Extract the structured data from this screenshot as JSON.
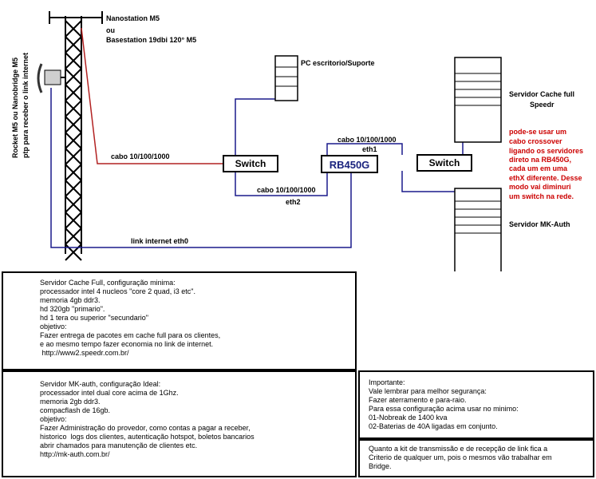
{
  "labels": {
    "nanostation": [
      "Nanostation M5",
      "ou",
      "Basestation 19dbi 120° M5"
    ],
    "rocket": [
      "Rocket M5 ou Nanobridge M5",
      "ptp para receber o link internet"
    ],
    "pc": "PC escritorio/Suporte",
    "servidor_cache": [
      "Servidor Cache full",
      "Speedr"
    ],
    "servidor_mkauth": "Servidor MK-Auth",
    "crossover_note": [
      "pode-se usar um",
      "cabo crossover",
      "ligando os servidores",
      "direto na RB450G,",
      "cada um em uma",
      "ethX diferente. Desse",
      "modo vai diminuri",
      "um switch na rede."
    ],
    "switch1": "Switch",
    "switch2": "Switch",
    "router": "RB450G",
    "cabo_left": "cabo 10/100/1000",
    "cabo_mid": "cabo 10/100/1000",
    "cabo_right": "cabo 10/100/1000",
    "eth1": "eth1",
    "eth2": "eth2",
    "link_internet": "link internet eth0"
  },
  "box_cache": [
    "Servidor Cache Full, configuração minima:",
    "processador intel 4 nucleos \"core 2 quad, i3 etc\".",
    "memoria 4gb ddr3.",
    "hd 320gb \"primario\".",
    "hd 1 tera ou superior \"secundario\"",
    "objetivo:",
    "Fazer entrega de pacotes em cache full para os clientes,",
    "e ao mesmo tempo fazer economia no link de internet.",
    " http://www2.speedr.com.br/"
  ],
  "box_mkauth": [
    "Servidor MK-auth, configuração Ideal:",
    "processador intel dual core acima de 1Ghz.",
    "memoria 2gb ddr3.",
    "compacflash de 16gb.",
    "objetivo:",
    "Fazer Administração do provedor, como contas a pagar a receber,",
    "historico  logs dos clientes, autenticação hotspot, boletos bancarios",
    "abrir chamados para manutenção de clientes etc.",
    "http://mk-auth.com.br/"
  ],
  "box_importante": [
    "Importante:",
    "Vale lembrar para melhor segurança:",
    "Fazer aterramento e para-raio.",
    "Para essa configuração acima usar no minimo:",
    "01-Nobreak de 1400 kva",
    "02-Baterias de 40A ligadas em conjunto."
  ],
  "box_kit": [
    "Quanto a kit de transmissão e de recepção de link fica a",
    "Criterio de qualquer um, pois o mesmos vão trabalhar em",
    "Bridge."
  ],
  "colors": {
    "blue_cable": "#1a1a8c",
    "red_cable": "#b22222",
    "router_text": "#1a237e",
    "note_red": "#cc0000"
  }
}
